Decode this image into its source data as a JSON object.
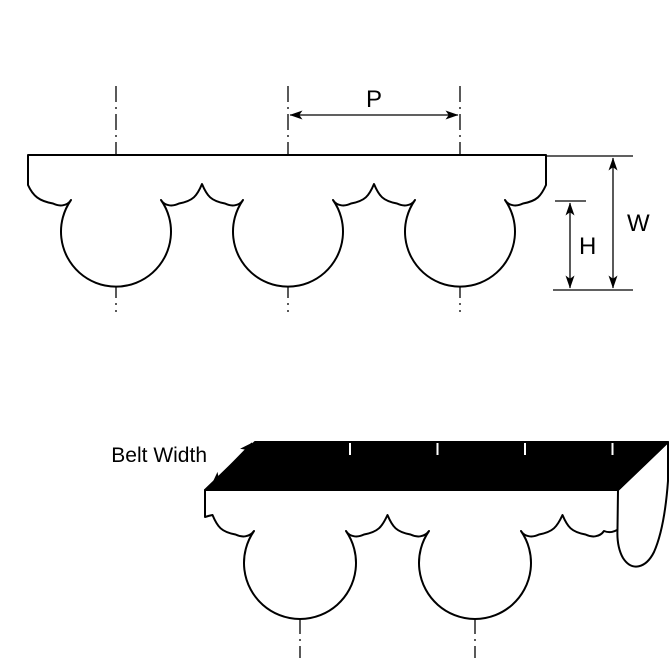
{
  "figure": {
    "top_view": {
      "pitch_label": "P",
      "width_label": "W",
      "height_label": "H"
    },
    "bottom_view": {
      "belt_width_label": "Belt Width"
    },
    "colors": {
      "line": "#000000",
      "belt_fill": "#ffffff",
      "top_face": "#000000",
      "background": "#ffffff"
    }
  }
}
